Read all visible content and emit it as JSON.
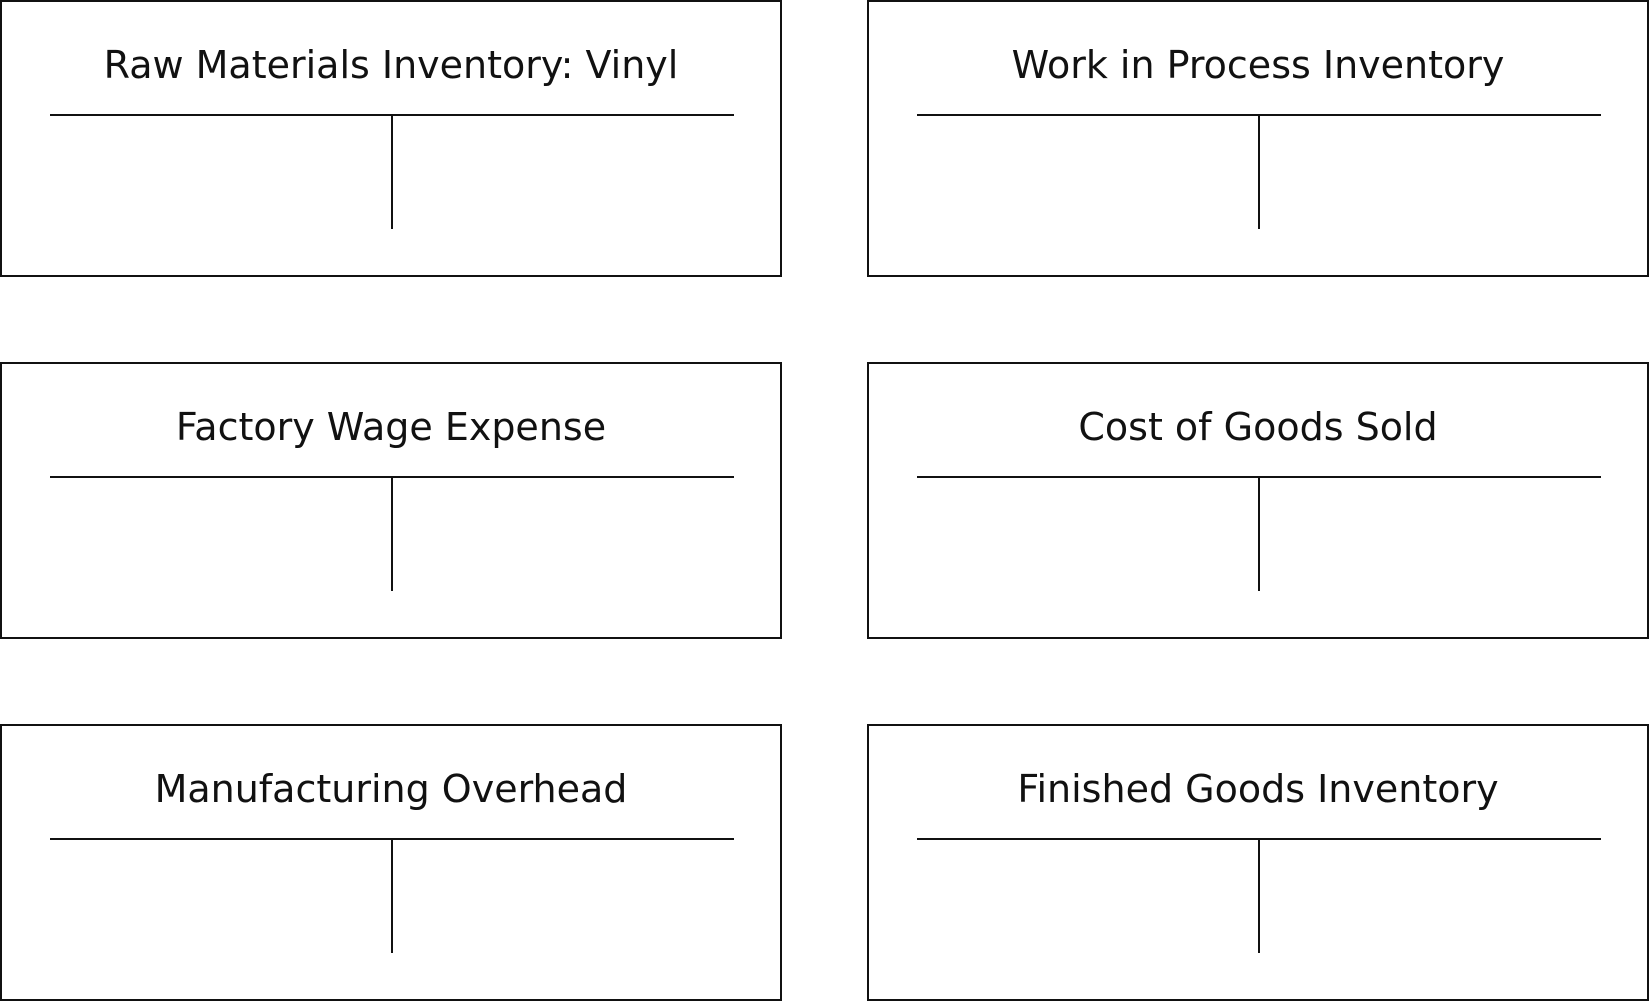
{
  "accounts": [
    {
      "title": "Raw Materials Inventory: Vinyl"
    },
    {
      "title": "Work in Process Inventory"
    },
    {
      "title": "Factory Wage Expense"
    },
    {
      "title": "Cost of Goods Sold"
    },
    {
      "title": "Manufacturing Overhead"
    },
    {
      "title": "Finished Goods Inventory"
    }
  ],
  "colors": {
    "line": "#111111",
    "background": "#ffffff"
  }
}
